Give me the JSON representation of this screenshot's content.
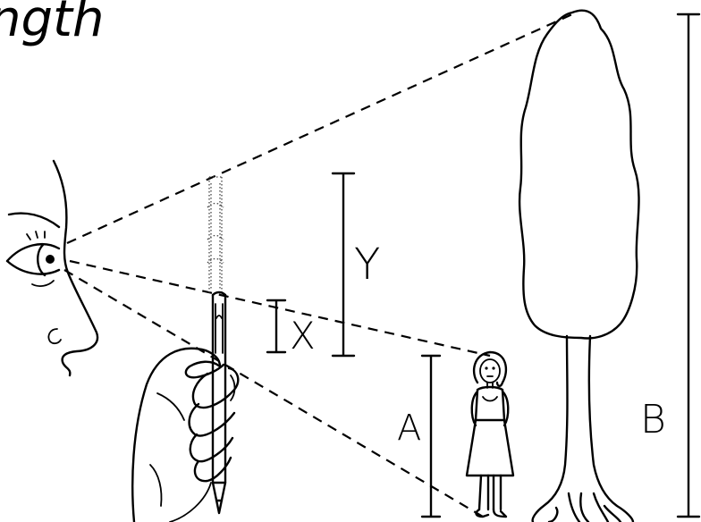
{
  "title_fragment": "length",
  "labels": {
    "x": "X",
    "y": "Y",
    "a": "A",
    "b": "B"
  },
  "icons": {
    "eye": "eye-icon",
    "hand": "hand-holding-pencil-icon",
    "person": "woman-figure-icon",
    "tree": "tree-icon"
  }
}
